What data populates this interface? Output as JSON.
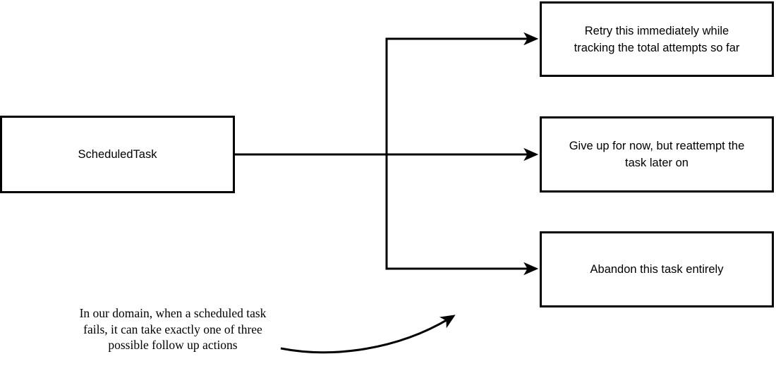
{
  "diagram": {
    "background_color": "#ffffff",
    "line_color": "#000000"
  },
  "nodes": {
    "scheduled_task": {
      "lines": [
        "ScheduledTask"
      ]
    },
    "retry": {
      "lines": [
        "Retry this immediately while",
        "tracking the total attempts so far"
      ]
    },
    "give_up": {
      "lines": [
        "Give up for now, but reattempt the",
        "task later on"
      ]
    },
    "abandon": {
      "lines": [
        "Abandon this task entirely"
      ]
    }
  },
  "edges": [
    {
      "from": "ScheduledTask",
      "to": "Retry this immediately while tracking the total attempts so far"
    },
    {
      "from": "ScheduledTask",
      "to": "Give up for now, but reattempt the task later on"
    },
    {
      "from": "ScheduledTask",
      "to": "Abandon this task entirely"
    }
  ],
  "annotation": {
    "lines": [
      "In our domain, when a scheduled task",
      "fails, it can take exactly one of three",
      "possible follow up actions"
    ],
    "arrow_points_to": "Abandon this task entirely"
  }
}
